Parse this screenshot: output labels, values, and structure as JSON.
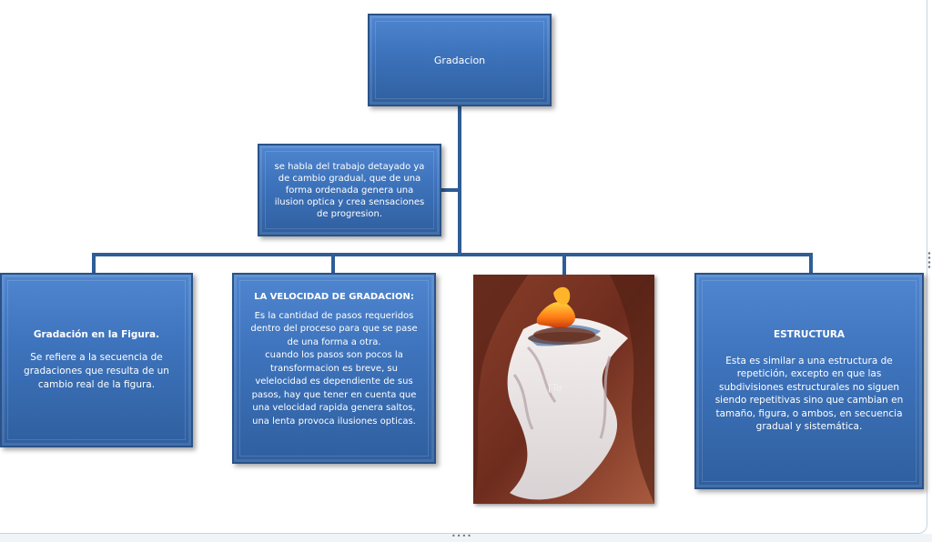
{
  "root": {
    "label": "Gradacion"
  },
  "description": {
    "lines": [
      "se habla del trabajo detayado ya",
      "de cambio gradual, que de una",
      "forma ordenada genera una",
      "ilusion optica  y crea sensaciones",
      "de progresion."
    ]
  },
  "nodes": {
    "figura": {
      "title": "Gradación  en la Figura.",
      "body": "Se refiere a la secuencia  de gradaciones que resulta de un cambio real de la figura."
    },
    "velocidad": {
      "title": "LA VELOCIDAD  DE GRADACION:",
      "lines": [
        "Es la cantidad  de pasos  requeridos",
        "dentro del proceso  para que se pase",
        "de una forma a otra.",
        "cuando los pasos son pocos la",
        "transformacion es breve, su",
        "velelocidad  es dependiente  de sus",
        "pasos, hay que tener en cuenta  que",
        "una velocidad  rapida genera saltos,",
        "una lenta  provoca  ilusiones  opticas."
      ]
    },
    "image": {
      "caption": "[Te"
    },
    "estructura": {
      "title": "ESTRUCTURA",
      "body": "Esta es similar a una  estructura  de repetición,  excepto  en que  las subdivisiones  estructurales  no siguen siendo repetitivas  sino que cambian  en tamaño, figura, o ambos,  en secuencia gradual y sistemática."
    }
  },
  "colors": {
    "node_fill": "#3e74bd",
    "node_border": "#2a5288",
    "connector": "#2f5d96",
    "text": "#ffffff"
  }
}
